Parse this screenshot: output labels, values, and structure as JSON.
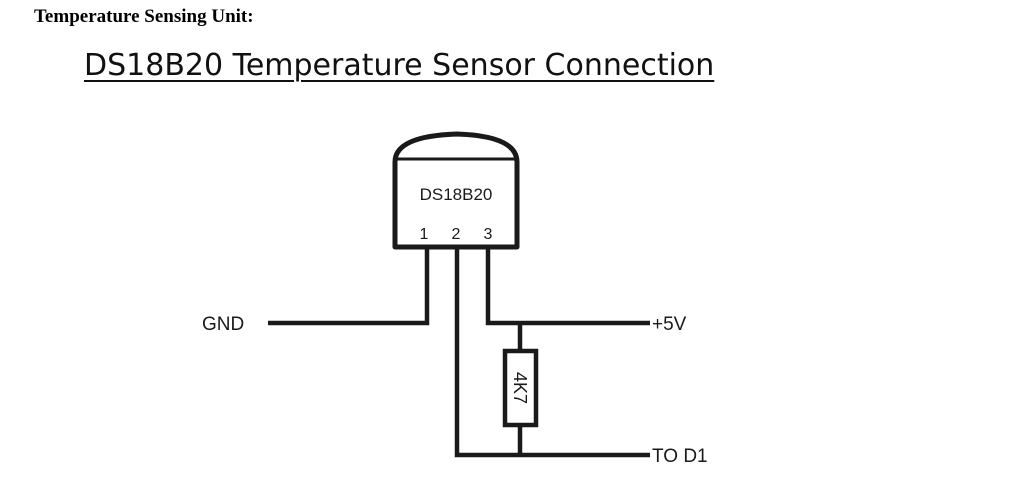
{
  "section_title": "Temperature Sensing Unit:",
  "diagram_title": "DS18B20 Temperature Sensor Connection",
  "sensor": {
    "label": "DS18B20",
    "pins": [
      "1",
      "2",
      "3"
    ]
  },
  "connections": {
    "gnd": "GND",
    "vcc": "+5V",
    "data": "TO D1"
  },
  "resistor": {
    "label": "4K7"
  },
  "colors": {
    "wire": "#1a1a1a",
    "background": "#ffffff"
  }
}
